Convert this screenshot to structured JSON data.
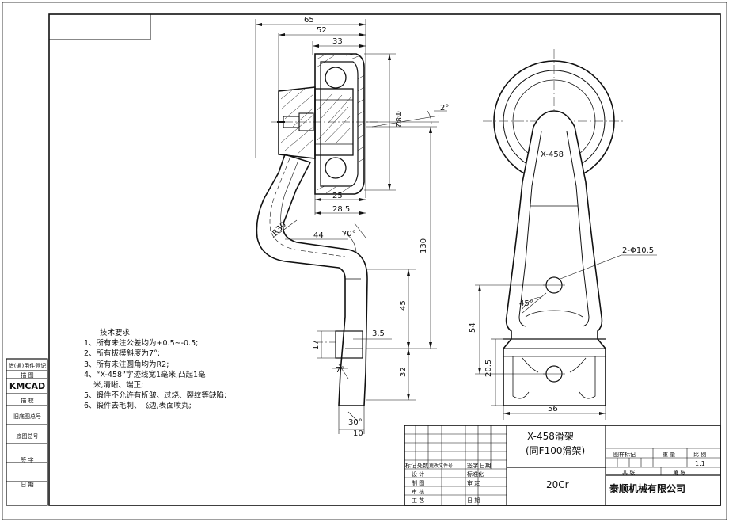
{
  "drawing": {
    "dims": {
      "d65": "65",
      "d52": "52",
      "d33": "33",
      "d_phi82": "Φ82",
      "ang2": "2°",
      "d25": "25",
      "d28_5": "28.5",
      "r30": "R30",
      "d44": "44",
      "ang70": "70°",
      "d130": "130",
      "d45": "45",
      "d3_5": "3.5",
      "d17": "17",
      "ang7": "7°",
      "d32": "32",
      "ang30": "30°",
      "d10": "10",
      "holes": "2-Φ10.5",
      "ang45": "45°",
      "d54": "54",
      "d20_5": "20.5",
      "d56": "56"
    },
    "label_model": "X-458"
  },
  "notes": {
    "title": "技术要求",
    "items": [
      "1、所有未注公差均为+0.5~-0.5;",
      "2、所有拔模斜度为7°;",
      "3、所有未注圆角均为R2;",
      "4、“X-458”字迹线宽1毫米,凸起1毫",
      "米,清晰、端正;",
      "5、锻件不允许有折皱、过烧、裂纹等缺陷;",
      "6、锻件去毛刺、飞边,表面喷丸;"
    ]
  },
  "sidebar": {
    "top": "借(通)用件登记",
    "draw": "描 图",
    "check": "描 校",
    "kmcad": "KMCAD",
    "old_no": "旧底图总号",
    "base_no": "底图总号",
    "sign": "签 字",
    "date": "日 期"
  },
  "title_block": {
    "part_name_1": "X-458滑架",
    "part_name_2": "(同F100滑架)",
    "material": "20Cr",
    "company": "泰顺机械有限公司",
    "scale_header": "比 例",
    "weight_header": "重 量",
    "stage_header": "图样标记",
    "scale": "1:1",
    "sheets_total": "共  张",
    "sheet_no": "第  张",
    "rev_cols": [
      "标记",
      "处数",
      "更改文件号",
      "签字",
      "日期"
    ],
    "roles": [
      "设 计",
      "制 图",
      "审 核",
      "工 艺"
    ],
    "roles2": [
      "标准化",
      "审 定",
      "日 期"
    ]
  }
}
